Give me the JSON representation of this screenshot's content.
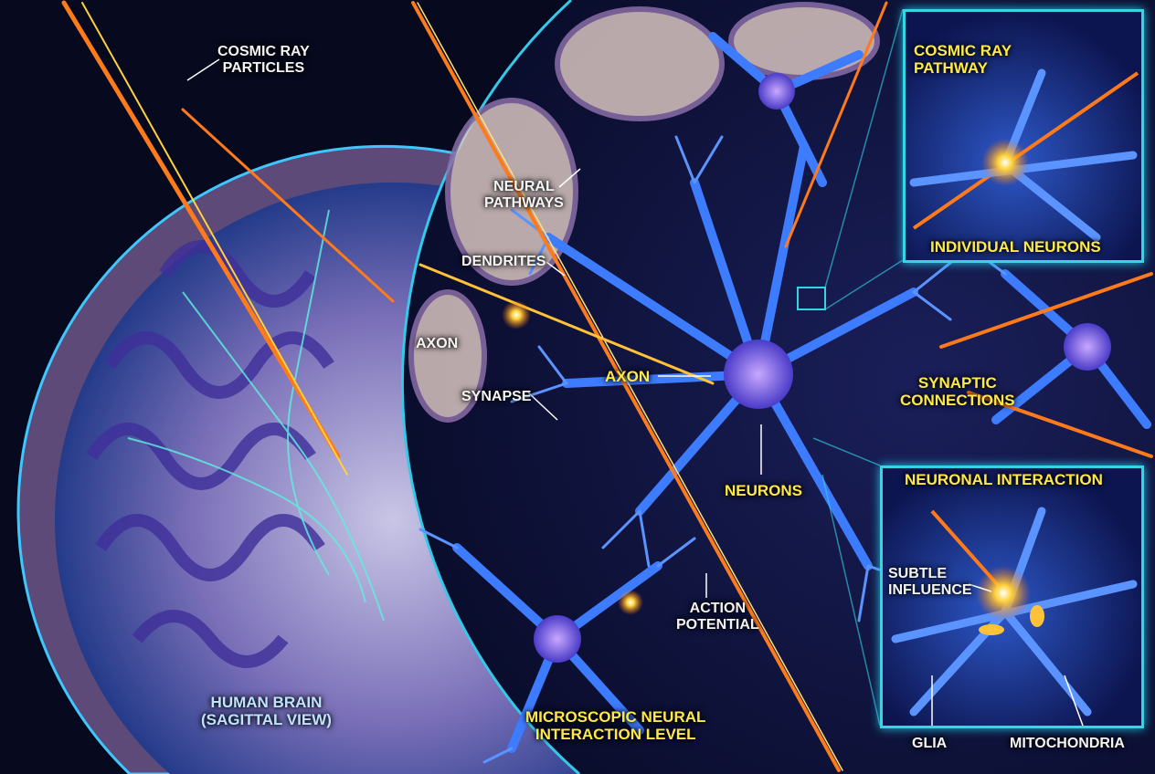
{
  "labels": {
    "cosmic_ray_particles": "COSMIC RAY\nPARTICLES",
    "neural_pathways": "NEURAL\nPATHWAYS",
    "dendrites": "DENDRITES",
    "axon_left": "AXON",
    "axon_center": "AXON",
    "synapse": "SYNAPSE",
    "neurons": "NEURONS",
    "action_potential": "ACTION\nPOTENTIAL",
    "microscopic_level": "MICROSCOPIC NEURAL\nINTERACTION LEVEL",
    "human_brain": "HUMAN BRAIN\n(SAGITTAL VIEW)",
    "synaptic_connections": "SYNAPTIC\nCONNECTIONS"
  },
  "inset_top": {
    "title": "COSMIC RAY\nPATHWAY",
    "caption": "INDIVIDUAL NEURONS"
  },
  "inset_bottom": {
    "title": "NEURONAL INTERACTION",
    "subtle_influence": "SUBTLE\nINFLUENCE",
    "glia": "GLIA",
    "mitochondria": "MITOCHONDRIA"
  },
  "colors": {
    "background": "#070a1e",
    "ray": "#ff7a1a",
    "neuron": "#3d7bff",
    "label_highlight": "#ffe94a",
    "inset_border": "#34d6e6"
  }
}
